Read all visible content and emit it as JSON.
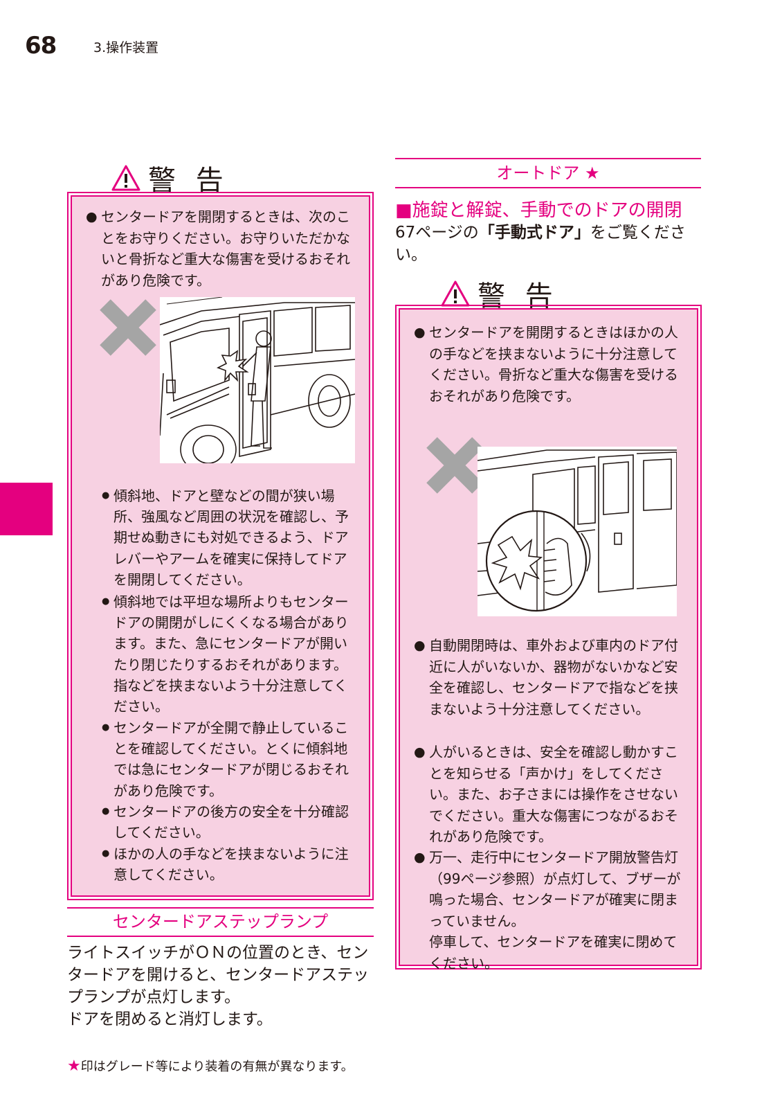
{
  "header": {
    "page_number": "68",
    "chapter": "3.操作装置"
  },
  "left_warning": {
    "title": "警 告",
    "intro": "センタードアを開閉するときは、次のことをお守りください。お守りいただかないと骨折など重大な傷害を受けるおそれがあり危険です。",
    "bullet_mark": "●",
    "sub_mark": "●",
    "items": [
      "傾斜地、ドアと壁などの間が狭い場所、強風など周囲の状況を確認し、予期せぬ動きにも対処できるよう、ドアレバーやアームを確実に保持してドアを開閉してください。",
      "傾斜地では平坦な場所よりもセンタードアの開閉がしにくくなる場合があります。また、急にセンタードアが開いたり閉じたりするおそれがあります。指などを挟まないよう十分注意してください。",
      "センタードアが全開で静止していることを確認してください。とくに傾斜地では急にセンタードアが閉じるおそれがあり危険です。",
      "センタードアの後方の安全を十分確認してください。",
      "ほかの人の手などを挟まないように注意してください。"
    ]
  },
  "step_lamp": {
    "heading": "センタードアステップランプ",
    "line1": "ライトスイッチがＯＮの位置のとき、センタードアを開けると、センタードアステップランプが点灯します。",
    "line2": "ドアを閉めると消灯します。"
  },
  "footnote": {
    "star": "★",
    "text": "印はグレード等により装着の有無が異なります。"
  },
  "auto_door": {
    "heading": "オートドア ★",
    "subheading": "■施錠と解錠、手動でのドアの開閉",
    "ref_pre": "67ページの",
    "ref_bold": "「手動式ドア」",
    "ref_post": "をご覧ください。"
  },
  "right_warning": {
    "title": "警 告",
    "bullet_mark": "●",
    "item1": "センタードアを開閉するときはほかの人の手などを挟まないように十分注意してください。骨折など重大な傷害を受けるおそれがあり危険です。",
    "item2": "自動開閉時は、車外および車内のドア付近に人がいないか、器物がないかなど安全を確認し、センタードアで指などを挟まないよう十分注意してください。",
    "item3": "人がいるときは、安全を確認し動かすことを知らせる「声かけ」をしてください。また、お子さまには操作をさせないでください。重大な傷害につながるおそれがあり危険です。",
    "item4a": "万一、走行中にセンタードア開放警告灯（99ページ参照）が点灯して、ブザーが鳴った場合、センタードアが確実に閉まっていません。",
    "item4b": "停車して、センタードアを確実に閉めてください。"
  },
  "colors": {
    "accent": "#e4007f",
    "warning_bg": "#f7d1e2",
    "prohibit_x": "#a5a5a5"
  },
  "icons": {
    "warning": "warning-triangle-icon",
    "prohibit": "prohibit-x-icon"
  }
}
